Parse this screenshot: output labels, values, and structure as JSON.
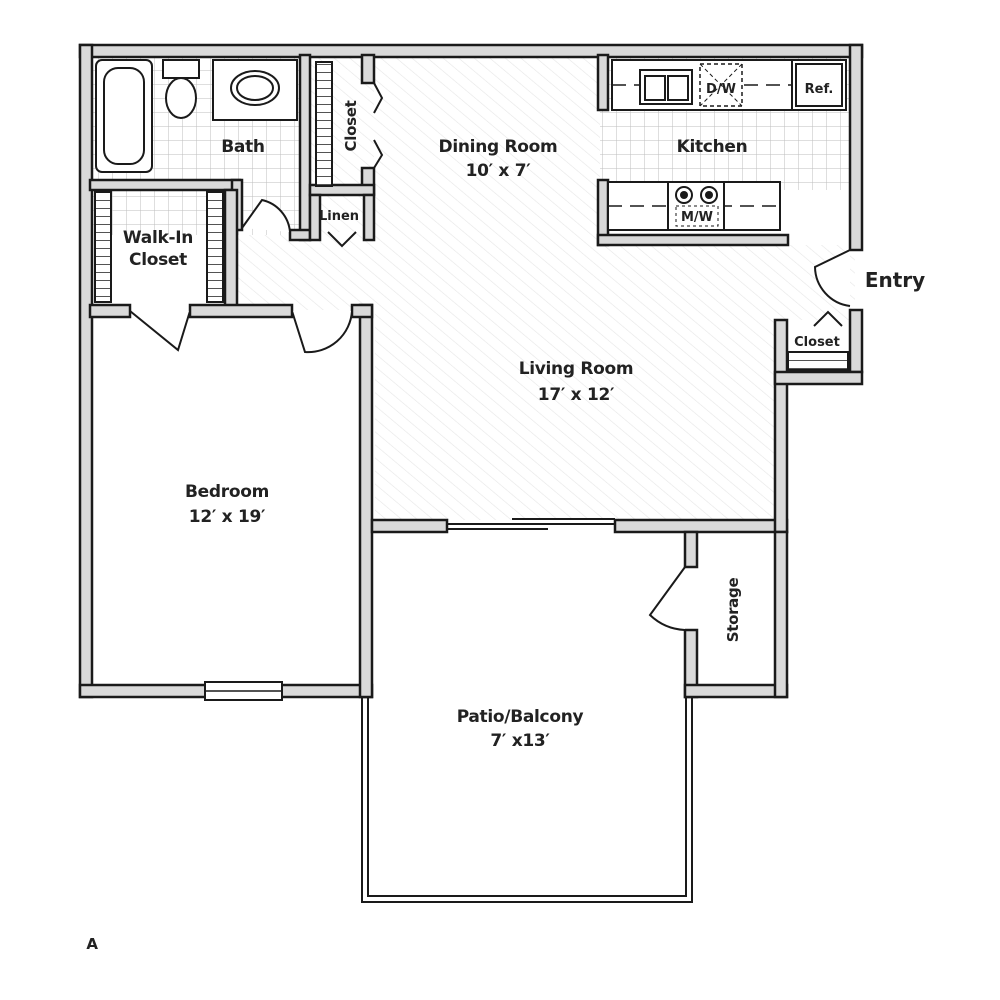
{
  "rooms": {
    "bath": "Bath",
    "closet_upper": "Closet",
    "linen": "Linen",
    "dining": {
      "name": "Dining Room",
      "size": "10′ x 7′"
    },
    "kitchen": "Kitchen",
    "dishwasher": "D/W",
    "refrigerator": "Ref.",
    "microwave": "M/W",
    "walk_in_closet": {
      "line1": "Walk-In",
      "line2": "Closet"
    },
    "entry": "Entry",
    "entry_closet": "Closet",
    "living": {
      "name": "Living Room",
      "size": "17′ x 12′"
    },
    "bedroom": {
      "name": "Bedroom",
      "size": "12′ x 19′"
    },
    "storage": "Storage",
    "patio": {
      "name": "Patio/Balcony",
      "size": "7′ x13′"
    }
  },
  "plan_code": "A",
  "colors": {
    "wall_fill": "#d9d9d9",
    "line": "#1a1a1a",
    "floor_tile": "#bdbdbd",
    "floor_wood": "#e6e6e6"
  }
}
